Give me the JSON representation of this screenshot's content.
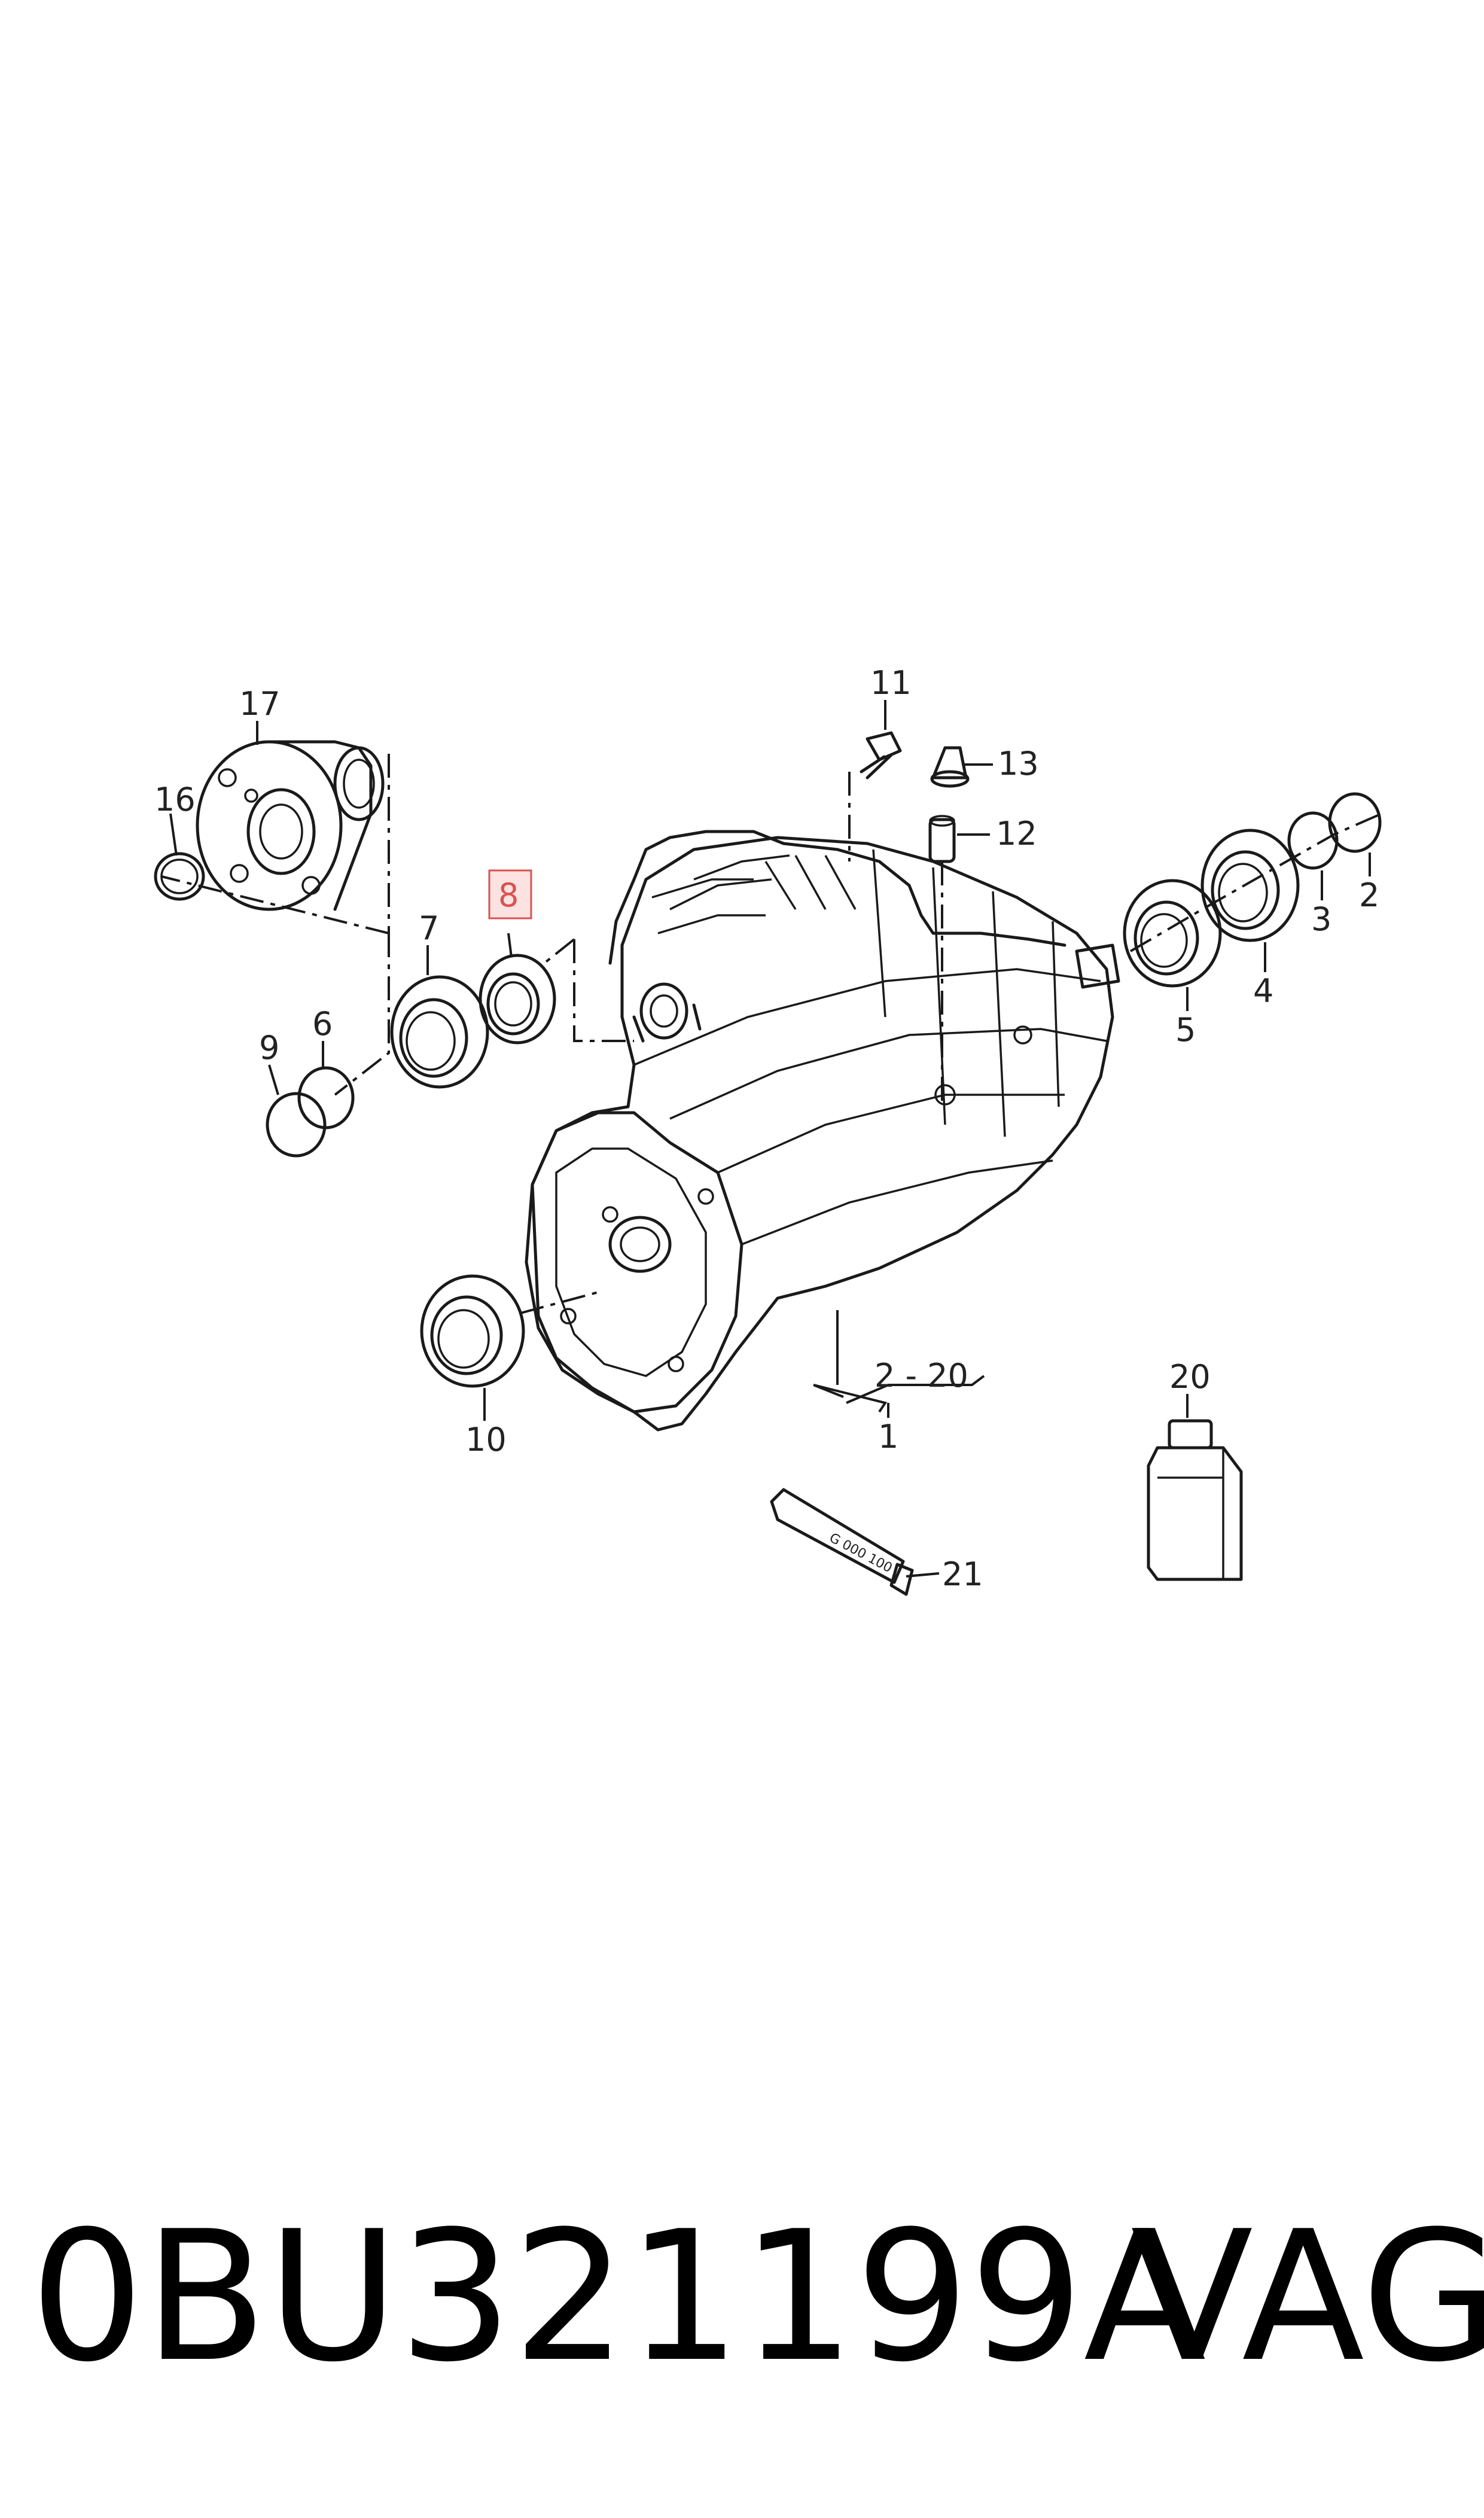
{
  "diagram": {
    "callouts": {
      "c1": "1",
      "c2": "2",
      "c3": "3",
      "c4": "4",
      "c5": "5",
      "c6": "6",
      "c7": "7",
      "c8": "8",
      "c9": "9",
      "c10": "10",
      "c11": "11",
      "c12": "12",
      "c13": "13",
      "c16": "16",
      "c17": "17",
      "c20": "20",
      "c21": "21",
      "range": "2 - 20"
    },
    "tube_label": "G 000 100",
    "highlight_color": "#d9534f"
  },
  "footer": {
    "part_number": "0BU321199A",
    "brand": "VAG"
  }
}
